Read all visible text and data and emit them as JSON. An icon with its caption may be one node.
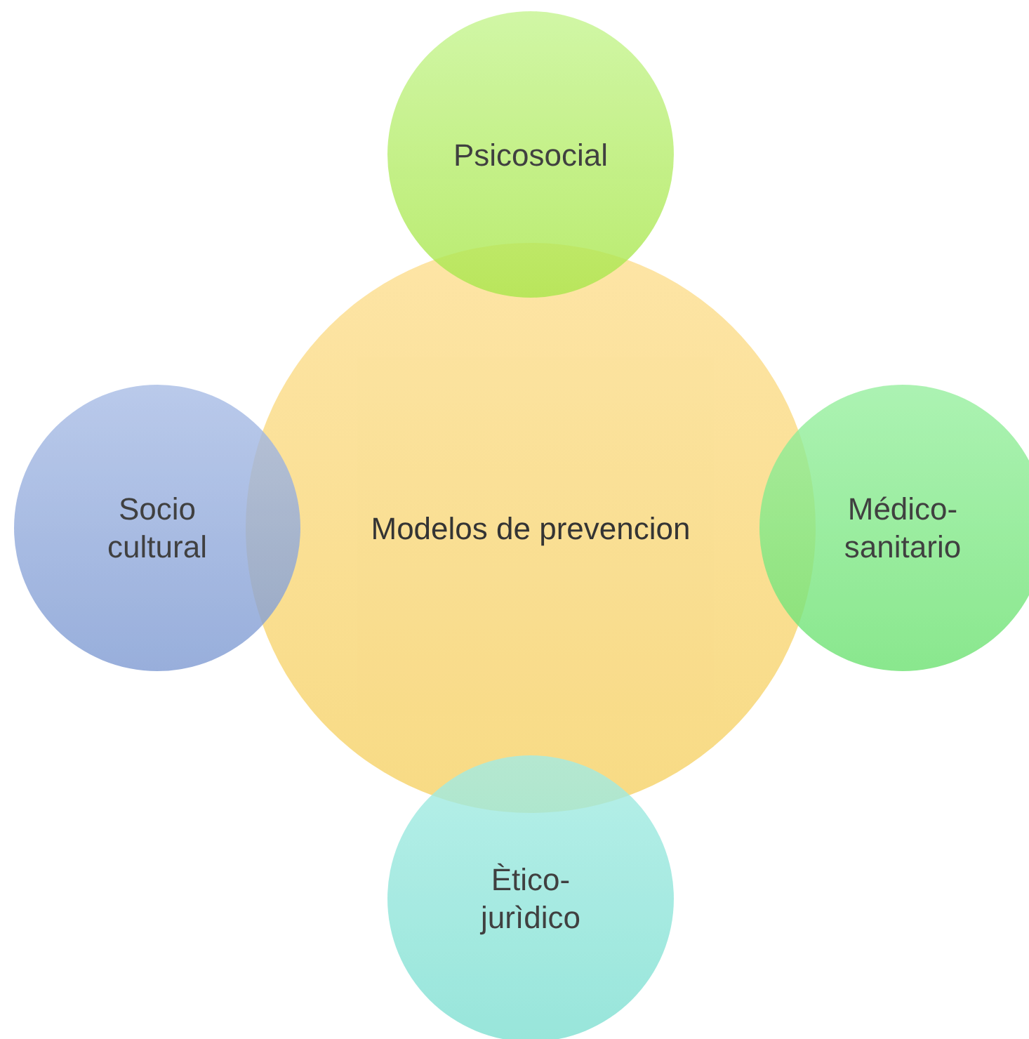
{
  "diagram": {
    "nodes": [
      {
        "text": [
          "Modelos de prevencion"
        ]
      },
      {
        "text": [
          "Psicosocial"
        ]
      },
      {
        "text": [
          "Socio cultural"
        ]
      },
      {
        "text": [
          "Médico- sanitario"
        ]
      },
      {
        "text": [
          "Ètico- jurìdico"
        ]
      }
    ]
  }
}
